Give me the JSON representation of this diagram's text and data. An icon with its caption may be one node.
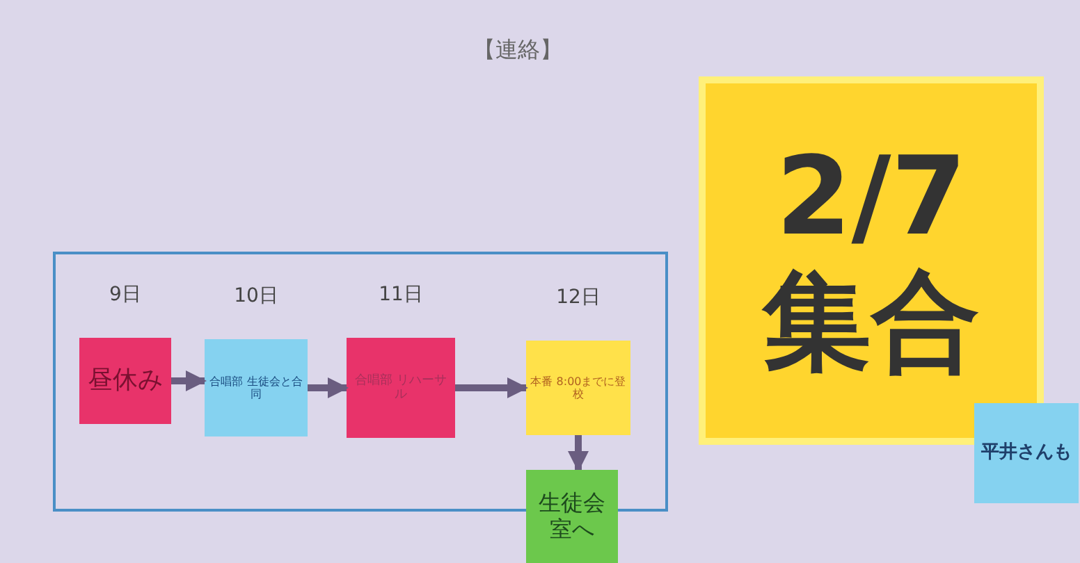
{
  "diagram": {
    "title": "【連絡】",
    "nodes": [
      {
        "text": [],
        "shape": "box"
      },
      {
        "text": [
          "昼休み"
        ],
        "in": 0,
        "beside": [
          "9日"
        ]
      },
      {
        "text": [
          "合唱部 生徒会と合同"
        ],
        "in": 0,
        "beside": [
          "10日"
        ]
      },
      {
        "text": [
          "合唱部 リハーサル"
        ],
        "in": 0,
        "beside": [
          "11日"
        ]
      },
      {
        "text": [
          "本番 8:00までに登校"
        ],
        "in": 0,
        "beside": [
          "12日"
        ]
      },
      {
        "text": [
          "生徒会室へ"
        ]
      },
      {
        "text": [
          "2/7",
          "集合"
        ]
      },
      {
        "text": [
          "平井さんも"
        ]
      }
    ],
    "edges": [
      {
        "from": 1,
        "to": 2,
        "arrow": "to"
      },
      {
        "from": 2,
        "to": 3,
        "arrow": "to"
      },
      {
        "from": 3,
        "to": 4,
        "arrow": "to"
      },
      {
        "from": 4,
        "to": 5,
        "arrow": "to"
      }
    ]
  }
}
